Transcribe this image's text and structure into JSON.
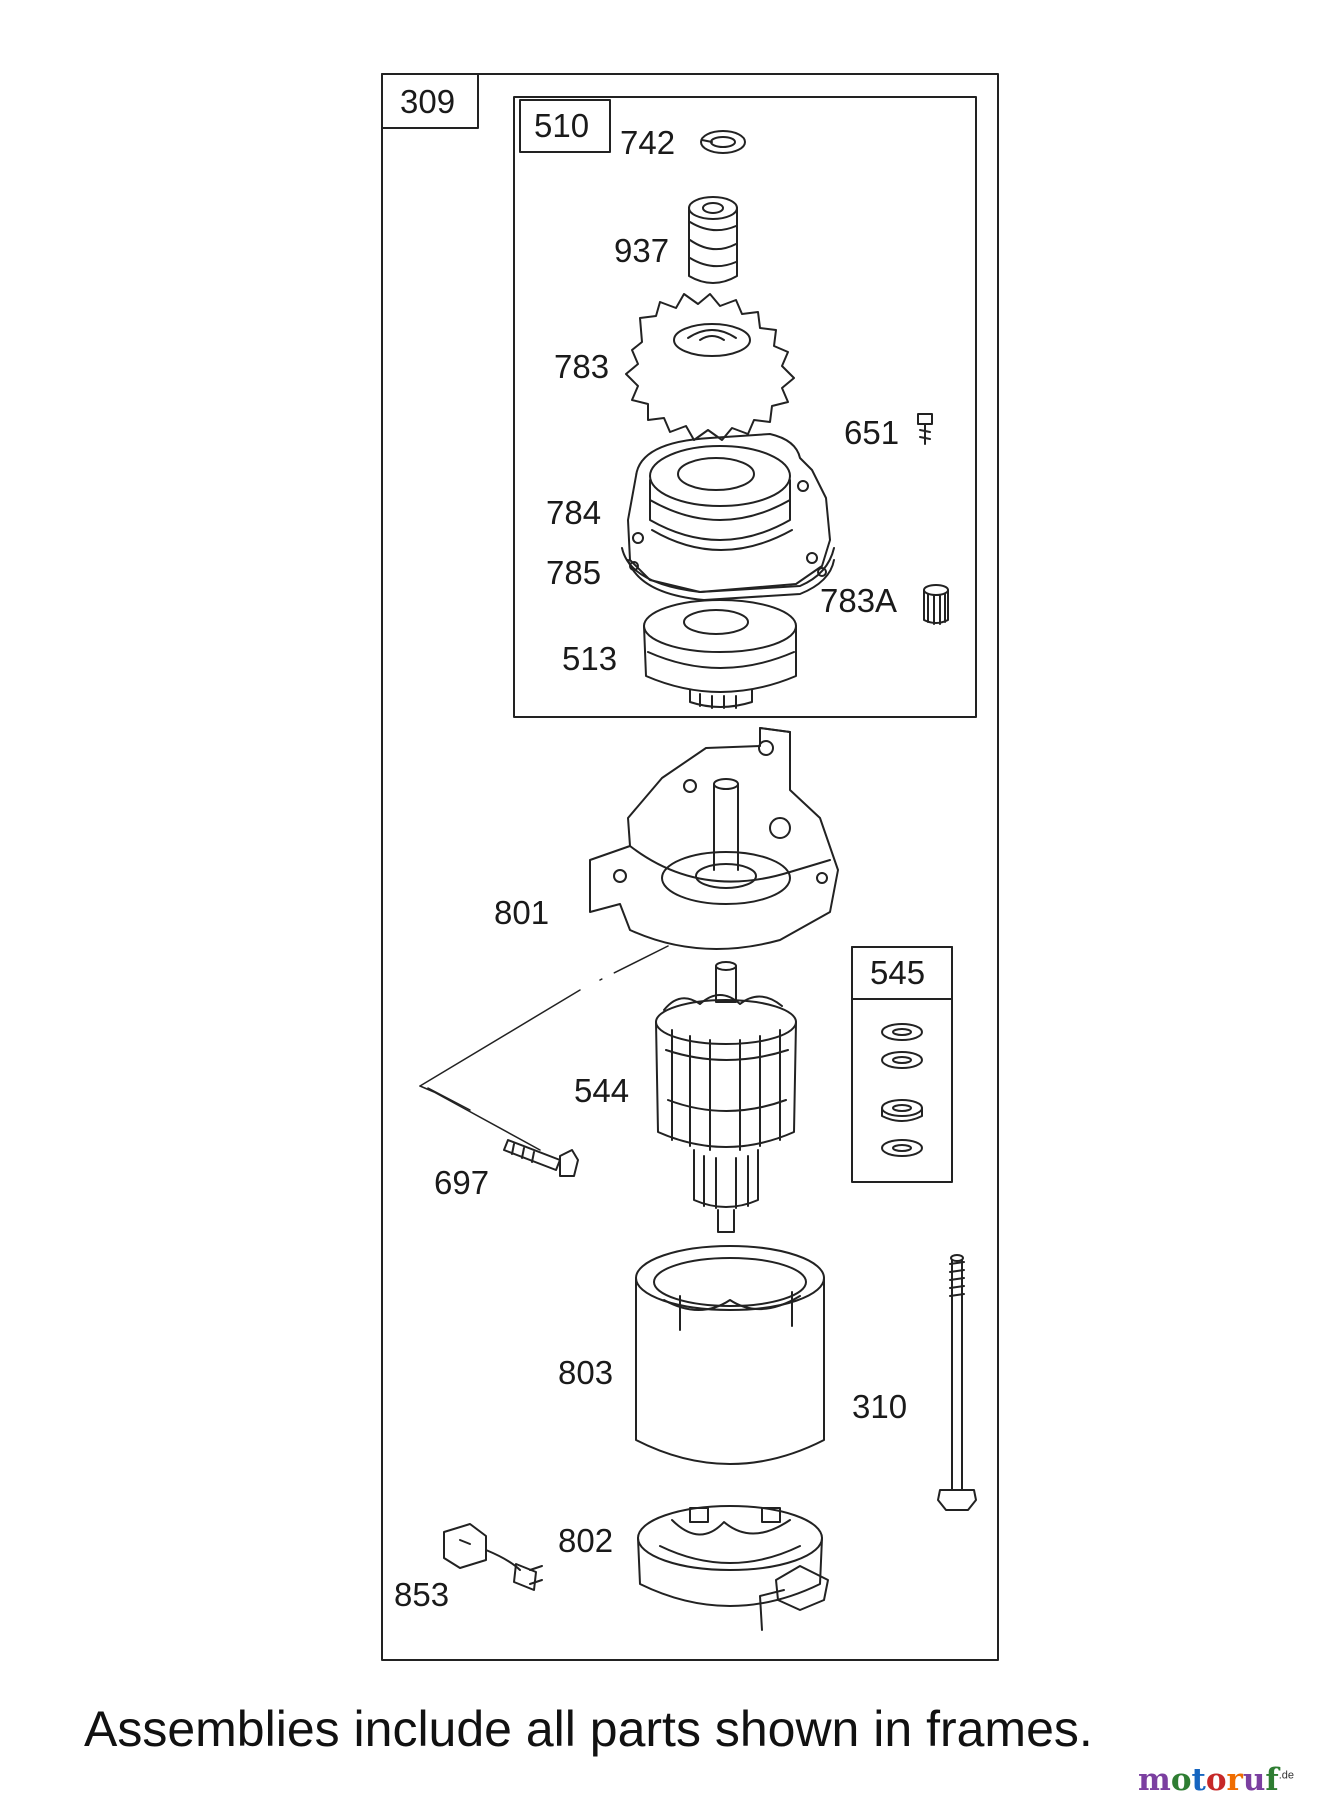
{
  "frames": [
    {
      "id": "309"
    },
    {
      "id": "510"
    },
    {
      "id": "545"
    }
  ],
  "parts": [
    "742",
    "937",
    "783",
    "651",
    "784",
    "785",
    "783A",
    "513",
    "801",
    "544",
    "697",
    "803",
    "310",
    "802",
    "853"
  ],
  "caption": "Assemblies include all parts shown in frames.",
  "watermark": {
    "letters": [
      "m",
      "o",
      "t",
      "o",
      "r",
      "u",
      "f"
    ],
    "letter_colors": [
      "#7b3fa0",
      "#2e7d32",
      "#1565c0",
      "#c62828",
      "#ef6c00",
      "#7b3fa0",
      "#2e7d32"
    ],
    "suffix": ".de"
  },
  "colors": {
    "line": "#222222",
    "background": "#ffffff"
  }
}
